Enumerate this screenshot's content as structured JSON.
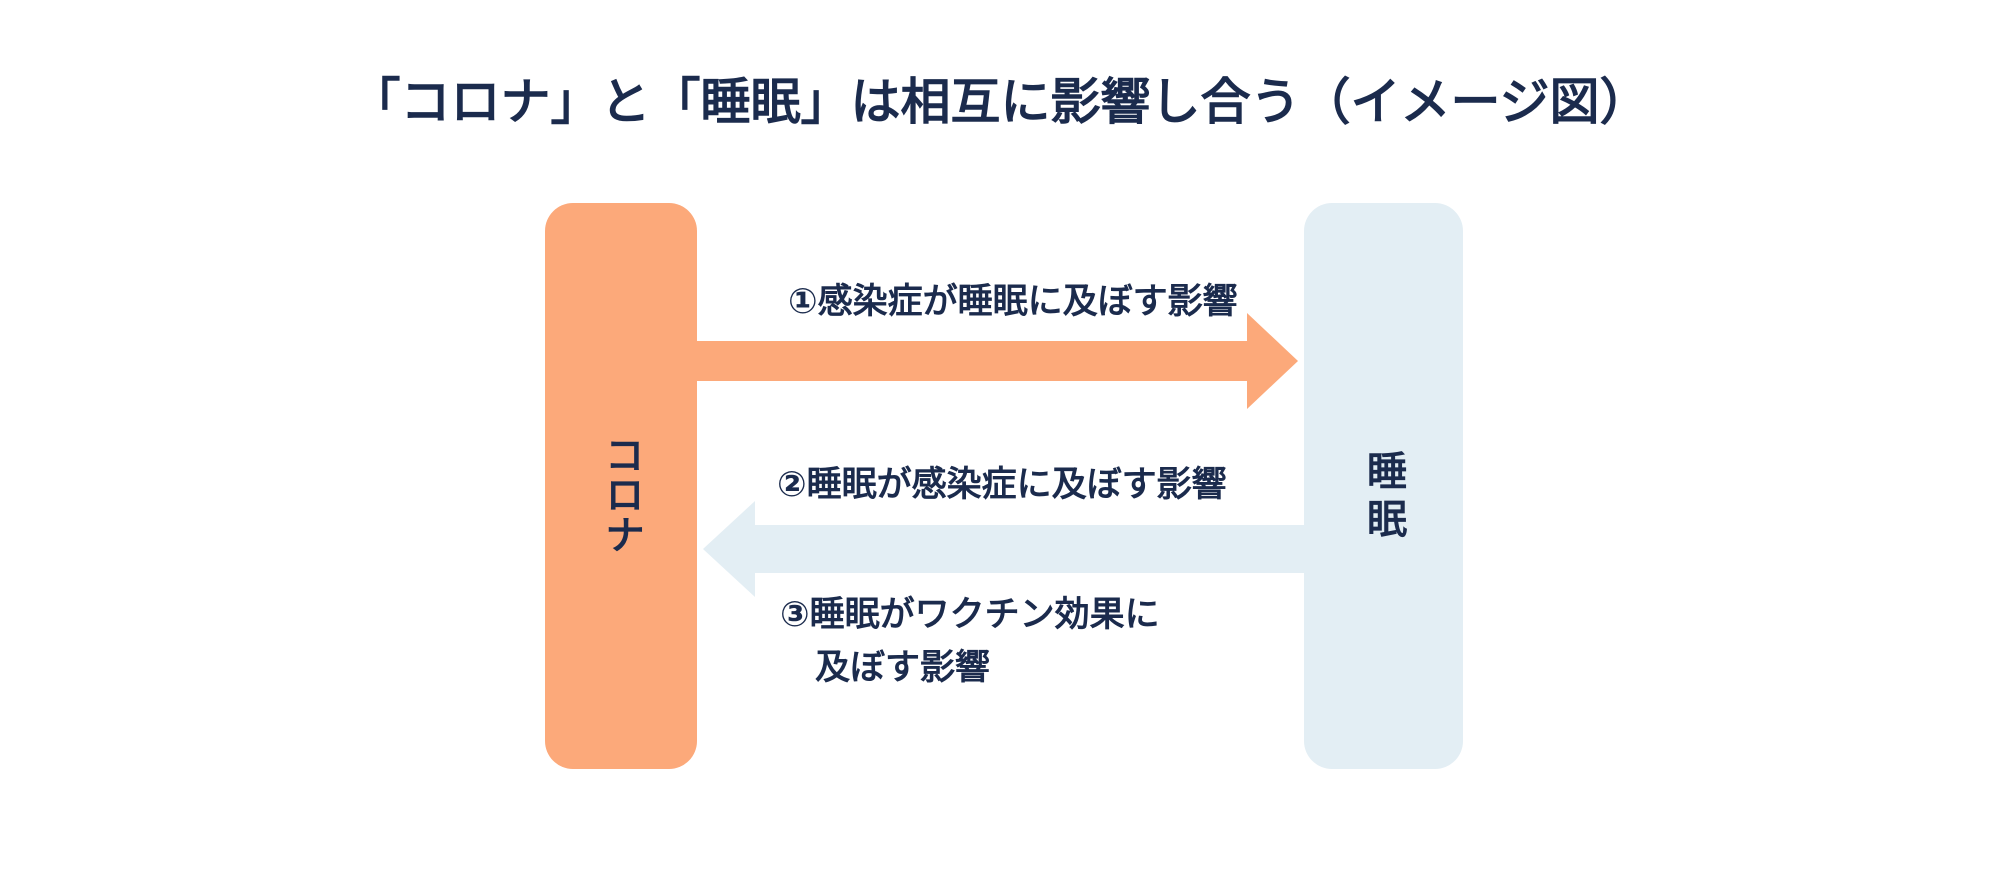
{
  "title": "「コロナ」と「睡眠」は相互に影響し合う（イメージ図）",
  "nodes": {
    "corona": {
      "label": "コロナ",
      "color": "#FCA97A"
    },
    "sleep": {
      "label": "睡眠",
      "color": "#E3EEF4"
    }
  },
  "arrows": {
    "corona_to_sleep": {
      "label": "①感染症が睡眠に及ぼす影響",
      "direction": "right",
      "color": "#FCA97A"
    },
    "sleep_to_corona": {
      "label": "②睡眠が感染症に及ぼす影響",
      "direction": "left",
      "color": "#E3EEF4"
    },
    "sleep_to_vaccine": {
      "label_line1": "③睡眠がワクチン効果に",
      "label_line2": "及ぼす影響"
    }
  },
  "colors": {
    "background": "#FFFFFF",
    "text": "#1B2B4D",
    "corona_orange": "#FCA97A",
    "sleep_blue": "#E3EEF4"
  }
}
